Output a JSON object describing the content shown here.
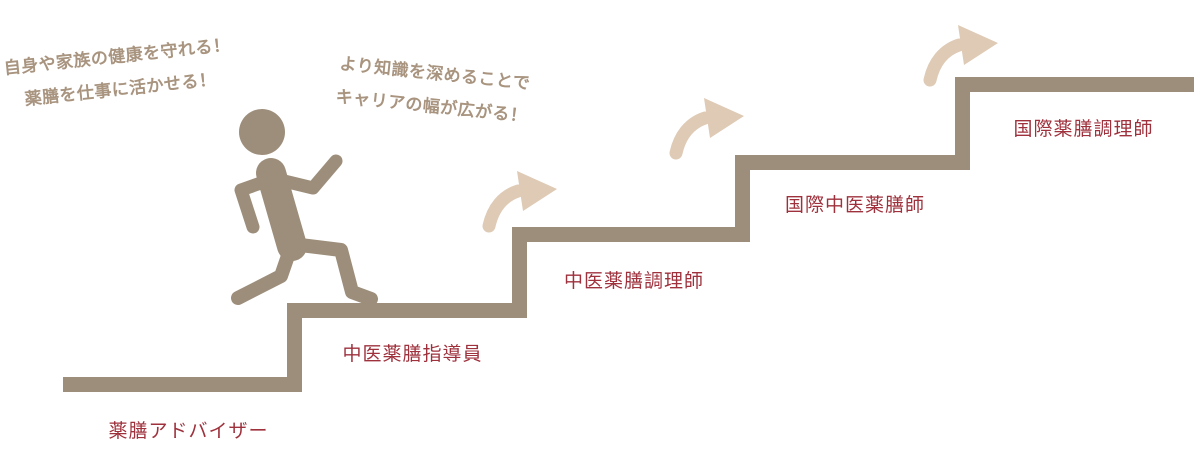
{
  "colors": {
    "stair": "#9d8e7b",
    "arrow": "#decab5",
    "bubble_text": "#a8947f",
    "label_text": "#9e313c",
    "bubble_bg": "#ffffff"
  },
  "bubbles": [
    {
      "lines": [
        "自身や家族の健康を守れる！",
        "薬膳を仕事に活かせる！"
      ]
    },
    {
      "lines": [
        "より知識を深めることで",
        "キャリアの幅が広がる！"
      ]
    }
  ],
  "steps": [
    {
      "label": "薬膳アドバイザー"
    },
    {
      "label": "中医薬膳指導員"
    },
    {
      "label": "中医薬膳調理師"
    },
    {
      "label": "国際中医薬膳師"
    },
    {
      "label": "国際薬膳調理師"
    }
  ]
}
